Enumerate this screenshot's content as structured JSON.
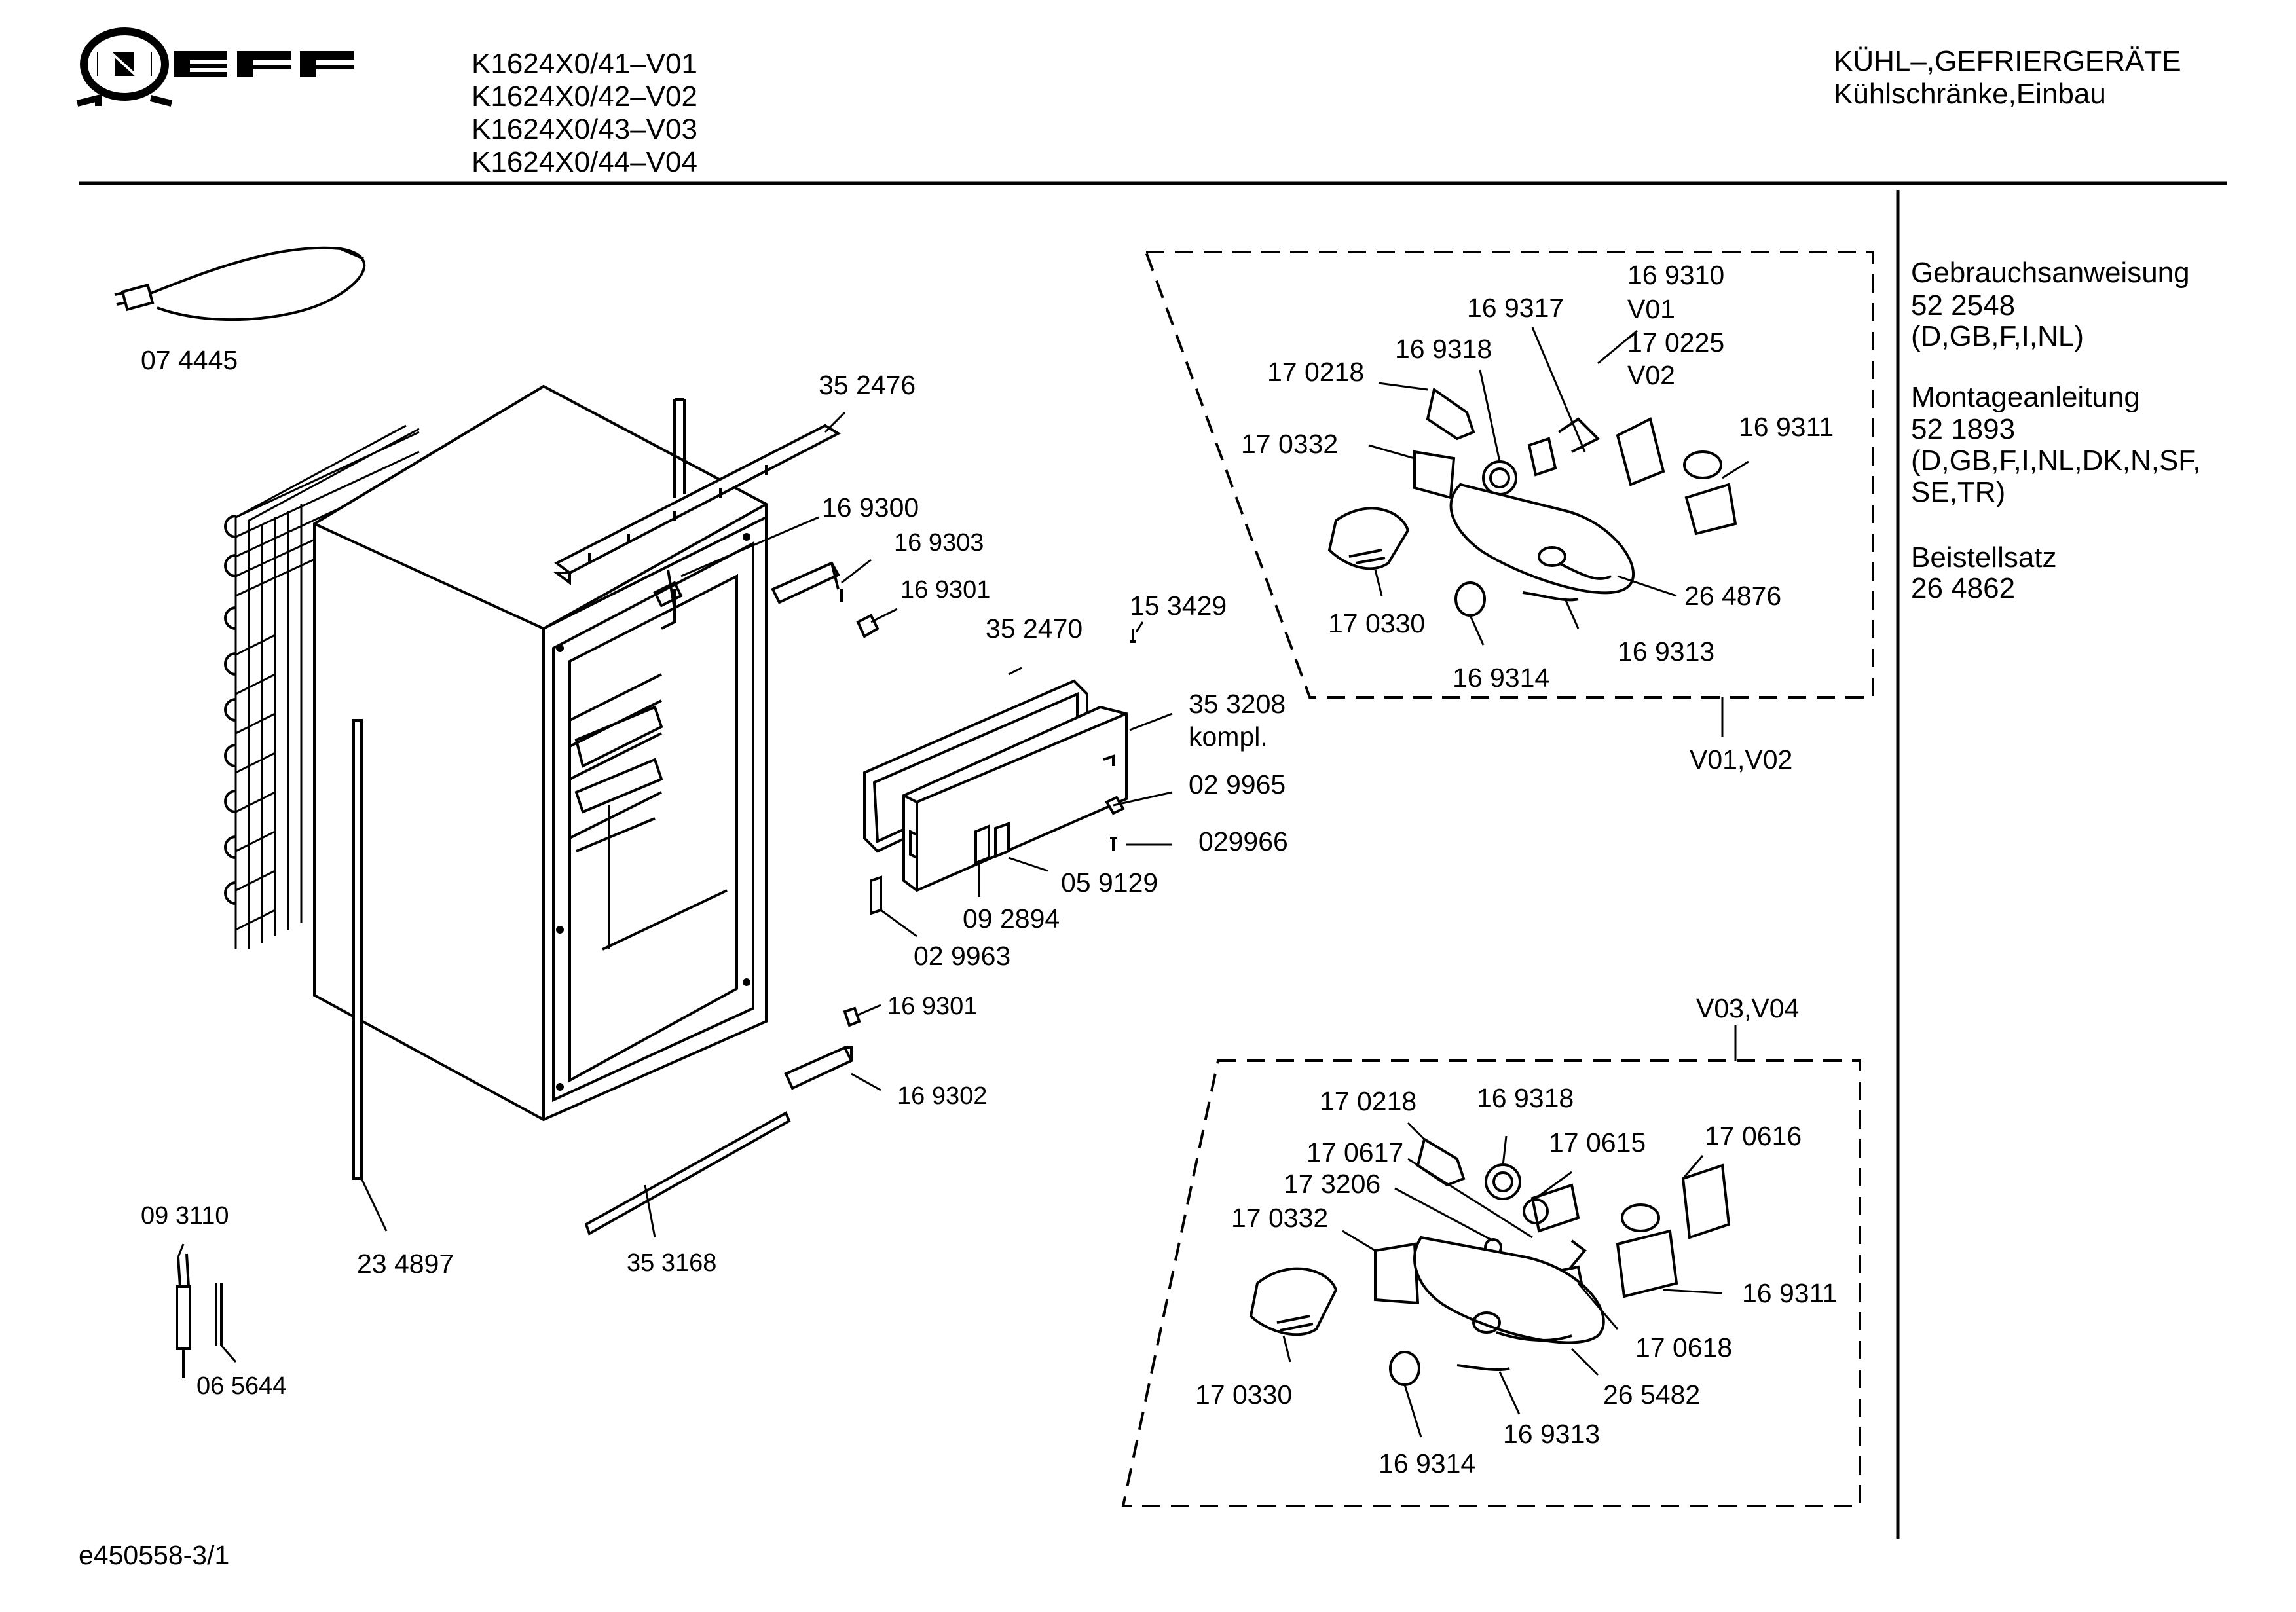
{
  "header": {
    "brand": "NEFF",
    "models": [
      "K1624X0/41–V01",
      "K1624X0/42–V02",
      "K1624X0/43–V03",
      "K1624X0/44–V04"
    ],
    "category": "KÜHL–,GEFRIERGERÄTE",
    "subcategory": "Kühlschränke,Einbau"
  },
  "sidebar": {
    "manual_title": "Gebrauchsanweisung",
    "manual_number": "52 2548",
    "manual_langs": "(D,GB,F,I,NL)",
    "install_title": "Montageanleitung",
    "install_number": "52 1893",
    "install_langs_1": "(D,GB,F,I,NL,DK,N,SF,",
    "install_langs_2": "SE,TR)",
    "kit_title": "Beistellsatz",
    "kit_number": "26 4862"
  },
  "groups": {
    "top": "V01,V02",
    "bottom": "V03,V04"
  },
  "parts": {
    "p074445": "07 4445",
    "p352476": "35 2476",
    "p169300": "16 9300",
    "p169303": "16 9303",
    "p169301a": "16 9301",
    "p153429": "15 3429",
    "p352470": "35 2470",
    "p353208": "35 3208",
    "kompl": "kompl.",
    "p029965": "02 9965",
    "p029966": "029966",
    "p059129": "05 9129",
    "p092894": "09 2894",
    "p029963": "02 9963",
    "p169301b": "16 9301",
    "p169302": "16 9302",
    "p093110": "09 3110",
    "p234897": "23 4897",
    "p353168": "35 3168",
    "p065644": "06 5644",
    "t169310": "16 9310",
    "tV01": "V01",
    "t170225": "17 0225",
    "tV02": "V02",
    "t169317": "16 9317",
    "t169318": "16 9318",
    "t170218": "17 0218",
    "t170332": "17 0332",
    "t169311": "16 9311",
    "t264876": "26 4876",
    "t170330": "17 0330",
    "t169313": "16 9313",
    "t169314": "16 9314",
    "b170218": "17 0218",
    "b169318": "16 9318",
    "b170617": "17 0617",
    "b170615": "17 0615",
    "b170616": "17 0616",
    "b173206": "17 3206",
    "b170332": "17 0332",
    "b169311": "16 9311",
    "b170618": "17 0618",
    "b265482": "26 5482",
    "b170330": "17 0330",
    "b169313": "16 9313",
    "b169314": "16 9314"
  },
  "footer": {
    "doc_id": "e450558-3/1"
  }
}
